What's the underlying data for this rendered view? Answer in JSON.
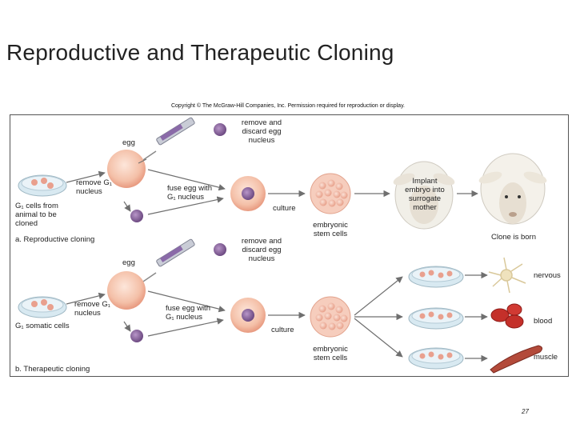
{
  "title": "Reproductive and Therapeutic Cloning",
  "copyright": "Copyright © The McGraw-Hill Companies, Inc. Permission required for reproduction or display.",
  "reproductive": {
    "egg": "egg",
    "remove_discard": "remove and discard egg nucleus",
    "remove_g1": "remove G₁ nucleus",
    "g1_cells": "G₁ cells from animal to be cloned",
    "fuse": "fuse egg with G₁ nucleus",
    "culture": "culture",
    "embryonic": "embryonic stem cells",
    "implant": "Implant embryo into surrogate mother",
    "clone": "Clone is born",
    "caption": "a. Reproductive cloning"
  },
  "therapeutic": {
    "egg": "egg",
    "remove_discard": "remove and discard egg nucleus",
    "remove_g1": "remove G₁ nucleus",
    "somatic": "G₁ somatic cells",
    "fuse": "fuse egg with G₁ nucleus",
    "culture": "culture",
    "embryonic": "embryonic stem cells",
    "nervous": "nervous",
    "blood": "blood",
    "muscle": "muscle",
    "caption": "b. Therapeutic cloning"
  },
  "page_number": "27",
  "colors": {
    "egg": "#f0b49c",
    "nucleus": "#8a6a9a",
    "dish": "#cfe3ec",
    "arrow": "#7a7a7a",
    "blood": "#c4302a",
    "muscle": "#b34a3a"
  }
}
